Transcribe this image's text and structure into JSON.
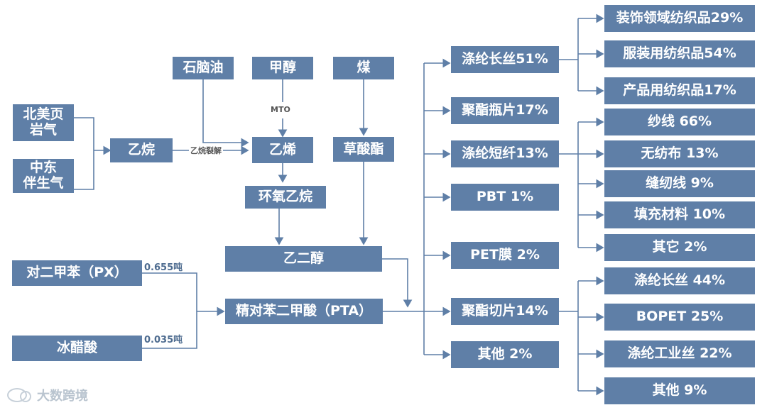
{
  "feedstocks": {
    "shale_gas": "北美页\n岩气",
    "associated_gas": "中东\n伴生气",
    "ethane": "乙烷",
    "naphtha": "石脑油",
    "methanol": "甲醇",
    "coal": "煤",
    "ethylene": "乙烯",
    "oxalate": "草酸酯",
    "ethylene_oxide": "环氧乙烷",
    "meg": "乙二醇",
    "px": "对二甲苯（PX）",
    "acetic_acid": "冰醋酸",
    "pta": "精对苯二甲酸（PTA）"
  },
  "labels": {
    "mto": "MTO",
    "ethane_cracking": "乙烷裂解",
    "px_ratio": "0.655吨",
    "acetic_ratio": "0.035吨"
  },
  "products": {
    "filament": "涤纶长丝51%",
    "bottle_chip": "聚酯瓶片17%",
    "staple": "涤纶短纤13%",
    "pbt": "PBT 1%",
    "pet_film": "PET膜 2%",
    "chips": "聚酯切片14%",
    "other": "其他 2%"
  },
  "filament_uses": [
    "装饰领域纺织品29%",
    "服装用纺织品54%",
    "产品用纺织品17%"
  ],
  "staple_uses": [
    "纱线 66%",
    "无纺布 13%",
    "缝纫线 9%",
    "填充材料 10%",
    "其它 2%"
  ],
  "chip_uses": [
    "涤纶长丝 44%",
    "BOPET 25%",
    "涤纶工业丝 22%",
    "其他 9%"
  ],
  "watermark": "大数跨境",
  "colors": {
    "box": "#5f7fa7",
    "line": "#5f7fa7"
  }
}
